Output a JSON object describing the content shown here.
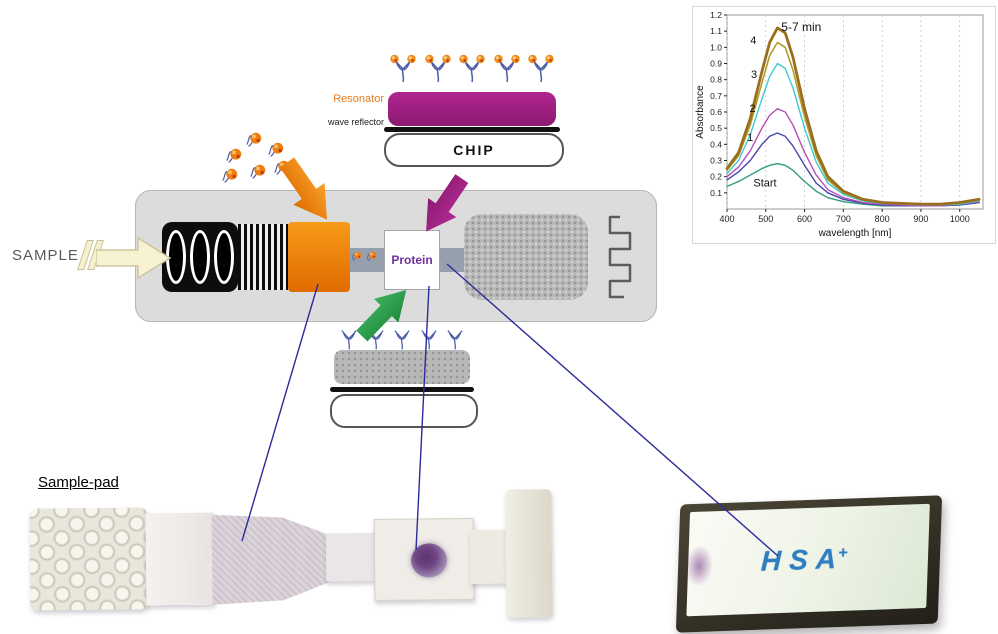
{
  "diagram": {
    "sample_label": "SAMPLE",
    "resonator_label": "Resonator",
    "wave_reflector_label": "wave reflector",
    "chip_label": "CHIP",
    "protein_label": "Protein",
    "sample_pad_label": "Sample-pad",
    "hsa_chip_text": "HSA",
    "hsa_chip_sup": "+"
  },
  "chart_data": {
    "type": "line",
    "title": "",
    "xlabel": "wavelength [nm]",
    "ylabel": "Absorbance",
    "xlim": [
      400,
      1060
    ],
    "ylim": [
      0,
      1.2
    ],
    "xticks": [
      400,
      500,
      600,
      700,
      800,
      900,
      1000
    ],
    "yticks": [
      0.1,
      0.2,
      0.3,
      0.4,
      0.5,
      0.6,
      0.7,
      0.8,
      0.9,
      1.0,
      1.1,
      1.2
    ],
    "grid": "vertical-dotted",
    "legend": "inline-annotations",
    "x": [
      400,
      430,
      460,
      490,
      510,
      530,
      550,
      570,
      600,
      630,
      660,
      700,
      750,
      800,
      850,
      900,
      950,
      1000,
      1050
    ],
    "series": [
      {
        "name": "Start",
        "color": "#2f9e7a",
        "width": 1.4,
        "values": [
          0.14,
          0.17,
          0.21,
          0.25,
          0.27,
          0.28,
          0.27,
          0.24,
          0.17,
          0.11,
          0.07,
          0.045,
          0.03,
          0.02,
          0.02,
          0.02,
          0.02,
          0.025,
          0.04
        ]
      },
      {
        "name": "1",
        "color": "#4745ad",
        "width": 1.4,
        "values": [
          0.18,
          0.23,
          0.3,
          0.4,
          0.45,
          0.47,
          0.45,
          0.39,
          0.27,
          0.16,
          0.1,
          0.06,
          0.035,
          0.025,
          0.02,
          0.02,
          0.02,
          0.025,
          0.04
        ]
      },
      {
        "name": "2",
        "color": "#b44fb4",
        "width": 1.4,
        "values": [
          0.2,
          0.26,
          0.36,
          0.5,
          0.58,
          0.62,
          0.6,
          0.52,
          0.35,
          0.21,
          0.12,
          0.07,
          0.04,
          0.03,
          0.025,
          0.02,
          0.02,
          0.03,
          0.045
        ]
      },
      {
        "name": "3",
        "color": "#3fc8d6",
        "width": 1.4,
        "values": [
          0.22,
          0.3,
          0.46,
          0.68,
          0.82,
          0.9,
          0.87,
          0.75,
          0.5,
          0.29,
          0.16,
          0.09,
          0.05,
          0.035,
          0.03,
          0.025,
          0.025,
          0.03,
          0.05
        ]
      },
      {
        "name": "4",
        "color": "#b39b2a",
        "width": 1.6,
        "values": [
          0.24,
          0.33,
          0.52,
          0.78,
          0.95,
          1.03,
          1.0,
          0.86,
          0.57,
          0.33,
          0.18,
          0.1,
          0.055,
          0.04,
          0.03,
          0.03,
          0.03,
          0.035,
          0.055
        ]
      },
      {
        "name": "5-7 min",
        "color": "#996f1f",
        "width": 2.8,
        "values": [
          0.25,
          0.35,
          0.56,
          0.85,
          1.03,
          1.12,
          1.09,
          0.94,
          0.62,
          0.36,
          0.2,
          0.11,
          0.06,
          0.04,
          0.035,
          0.03,
          0.03,
          0.04,
          0.06
        ]
      }
    ],
    "annotations": [
      {
        "text": "Start",
        "x": 468,
        "y": 0.14,
        "size": 11
      },
      {
        "text": "1",
        "x": 452,
        "y": 0.42,
        "size": 11
      },
      {
        "text": "2",
        "x": 458,
        "y": 0.6,
        "size": 11
      },
      {
        "text": "3",
        "x": 462,
        "y": 0.81,
        "size": 11
      },
      {
        "text": "4",
        "x": 460,
        "y": 1.02,
        "size": 11
      },
      {
        "text": "5-7 min",
        "x": 540,
        "y": 1.1,
        "size": 12
      }
    ]
  }
}
